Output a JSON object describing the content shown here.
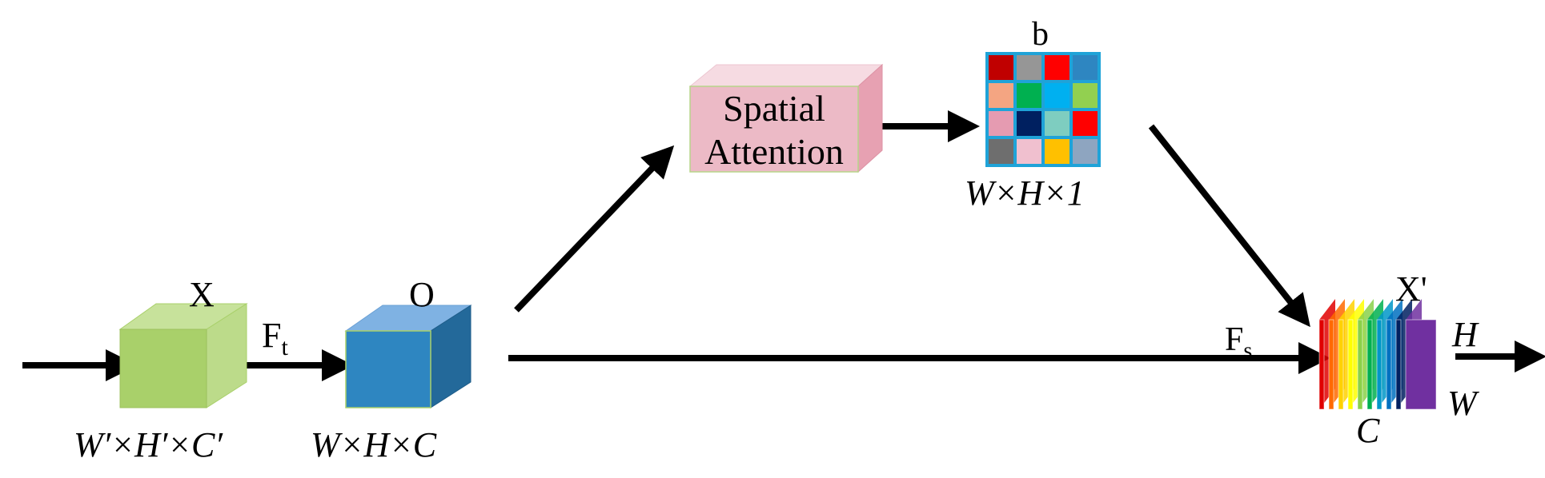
{
  "labels": {
    "x": "X",
    "o": "O",
    "b": "b",
    "x_prime": "X'",
    "ft_main": "F",
    "ft_sub": "t",
    "fs_main": "F",
    "fs_sub": "s",
    "input_dims": "W′×H′×C′",
    "o_dims": "W×H×C",
    "b_dims": "W×H×1",
    "h": "H",
    "w": "W",
    "c": "C"
  },
  "spatial_attention": {
    "line1": "Spatial",
    "line2": "Attention"
  },
  "colors": {
    "input_cube_front": "#a9d06a",
    "input_cube_top": "#c7e29b",
    "input_cube_side": "#bcdb8a",
    "o_cube_front": "#2e86c1",
    "o_cube_top": "#7fb2e3",
    "o_cube_side": "#23699a",
    "sa_front": "#ecbac6",
    "sa_top": "#f6dbe2",
    "sa_side": "#e7a1b2",
    "grid_border": "#1fa3d8",
    "arrow": "#000000"
  },
  "b_grid": [
    [
      "#c00000",
      "#969696",
      "#ff0000",
      "#2e86c1"
    ],
    [
      "#f4a582",
      "#00b050",
      "#00b0f0",
      "#92d050"
    ],
    [
      "#e59bb1",
      "#002060",
      "#7ecdc0",
      "#ff0000"
    ],
    [
      "#6e6e6e",
      "#f0c0cf",
      "#ffc000",
      "#8ea5c0"
    ]
  ],
  "output_layers": [
    "#e00000",
    "#ff6a00",
    "#ffd200",
    "#ffff00",
    "#8ad14a",
    "#00b050",
    "#0096c8",
    "#0070c0",
    "#002060",
    "#7030a0"
  ]
}
